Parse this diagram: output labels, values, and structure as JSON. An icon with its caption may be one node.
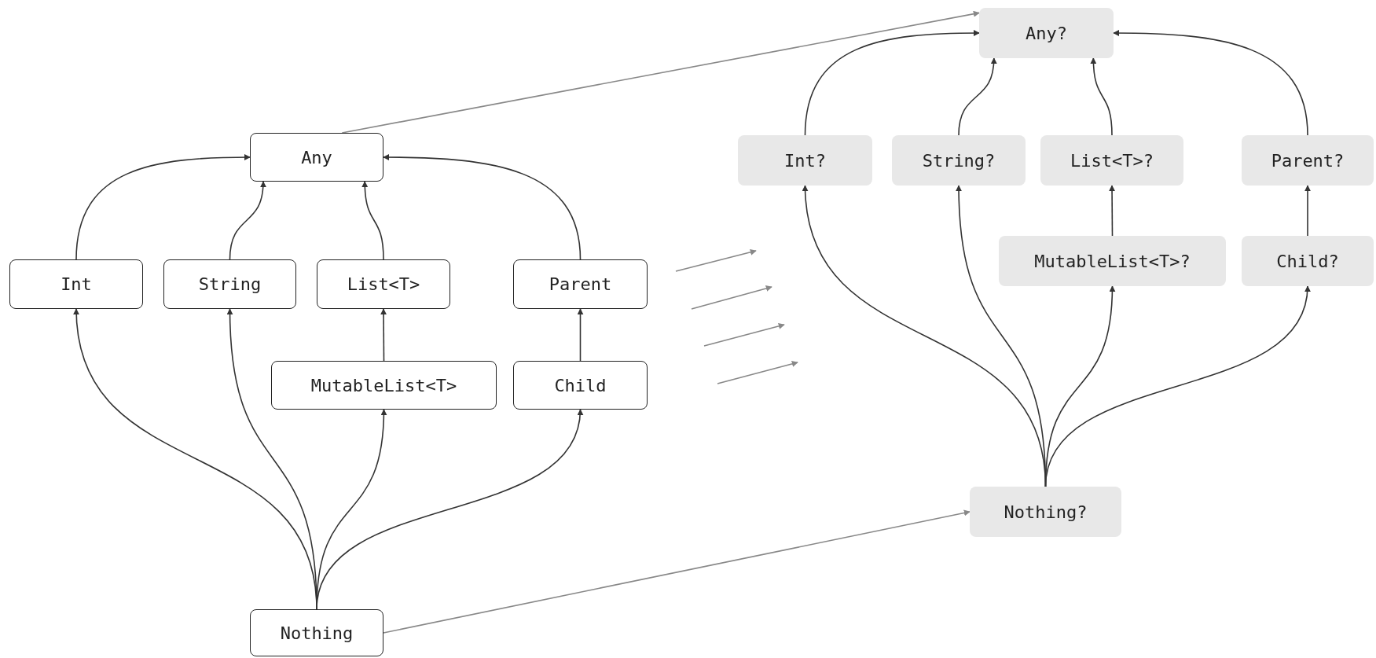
{
  "diagram": {
    "nodes": [
      {
        "text": [
          "Any"
        ]
      },
      {
        "text": [
          "Int"
        ]
      },
      {
        "text": [
          "String"
        ]
      },
      {
        "text": [
          "List<T>"
        ]
      },
      {
        "text": [
          "Parent"
        ]
      },
      {
        "text": [
          "MutableList<T>"
        ]
      },
      {
        "text": [
          "Child"
        ]
      },
      {
        "text": [
          "Nothing"
        ]
      },
      {
        "text": [
          "Any?"
        ]
      },
      {
        "text": [
          "Int?"
        ]
      },
      {
        "text": [
          "String?"
        ]
      },
      {
        "text": [
          "List<T>?"
        ]
      },
      {
        "text": [
          "Parent?"
        ]
      },
      {
        "text": [
          "MutableList<T>?"
        ]
      },
      {
        "text": [
          "Child?"
        ]
      },
      {
        "text": [
          "Nothing?"
        ]
      }
    ],
    "edges": [
      {
        "from": 1,
        "to": 0,
        "arrow": "to"
      },
      {
        "from": 2,
        "to": 0,
        "arrow": "to"
      },
      {
        "from": 3,
        "to": 0,
        "arrow": "to"
      },
      {
        "from": 4,
        "to": 0,
        "arrow": "to"
      },
      {
        "from": 5,
        "to": 3,
        "arrow": "to"
      },
      {
        "from": 6,
        "to": 4,
        "arrow": "to"
      },
      {
        "from": 7,
        "to": 1,
        "arrow": "to"
      },
      {
        "from": 7,
        "to": 2,
        "arrow": "to"
      },
      {
        "from": 7,
        "to": 5,
        "arrow": "to"
      },
      {
        "from": 7,
        "to": 6,
        "arrow": "to"
      },
      {
        "from": 9,
        "to": 8,
        "arrow": "to"
      },
      {
        "from": 10,
        "to": 8,
        "arrow": "to"
      },
      {
        "from": 11,
        "to": 8,
        "arrow": "to"
      },
      {
        "from": 12,
        "to": 8,
        "arrow": "to"
      },
      {
        "from": 13,
        "to": 11,
        "arrow": "to"
      },
      {
        "from": 14,
        "to": 12,
        "arrow": "to"
      },
      {
        "from": 15,
        "to": 9,
        "arrow": "to"
      },
      {
        "from": 15,
        "to": 10,
        "arrow": "to"
      },
      {
        "from": 15,
        "to": 13,
        "arrow": "to"
      },
      {
        "from": 15,
        "to": 14,
        "arrow": "to"
      },
      {
        "from": 0,
        "to": 8,
        "arrow": "to",
        "color": "#888888"
      },
      {
        "from": 7,
        "to": 15,
        "arrow": "to",
        "color": "#888888"
      }
    ]
  }
}
